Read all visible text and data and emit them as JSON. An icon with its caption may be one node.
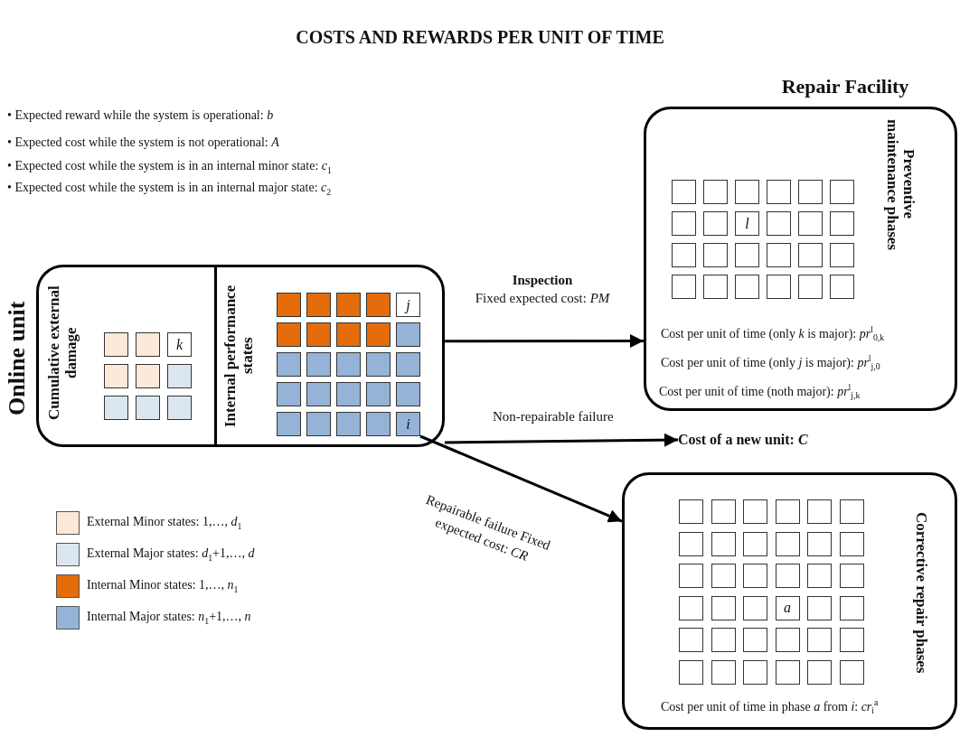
{
  "diagram": {
    "title": "COSTS AND REWARDS PER UNIT OF TIME",
    "nodes": [
      {
        "text": [
          "Online unit"
        ]
      },
      {
        "text": [
          "Cumulative external damage"
        ],
        "in": 0
      },
      {
        "text": [],
        "shape": "box",
        "in": 1
      },
      {
        "text": [],
        "shape": "box",
        "in": 1
      },
      {
        "text": [
          "k"
        ],
        "in": 1
      },
      {
        "text": [],
        "shape": "box",
        "in": 1
      },
      {
        "text": [],
        "shape": "box",
        "in": 1
      },
      {
        "text": [],
        "shape": "box",
        "in": 1
      },
      {
        "text": [],
        "shape": "box",
        "in": 1
      },
      {
        "text": [],
        "shape": "box",
        "in": 1
      },
      {
        "text": [],
        "shape": "box",
        "in": 1
      },
      {
        "text": [
          "Internal performance states"
        ],
        "in": 0
      },
      {
        "text": [],
        "shape": "box",
        "in": 11
      },
      {
        "text": [],
        "shape": "box",
        "in": 11
      },
      {
        "text": [],
        "shape": "box",
        "in": 11
      },
      {
        "text": [],
        "shape": "box",
        "in": 11
      },
      {
        "text": [
          "j"
        ],
        "in": 11
      },
      {
        "text": [],
        "shape": "box",
        "in": 11
      },
      {
        "text": [],
        "shape": "box",
        "in": 11
      },
      {
        "text": [],
        "shape": "box",
        "in": 11
      },
      {
        "text": [],
        "shape": "box",
        "in": 11
      },
      {
        "text": [],
        "shape": "box",
        "in": 11
      },
      {
        "text": [],
        "shape": "box",
        "in": 11
      },
      {
        "text": [],
        "shape": "box",
        "in": 11
      },
      {
        "text": [],
        "shape": "box",
        "in": 11
      },
      {
        "text": [],
        "shape": "box",
        "in": 11
      },
      {
        "text": [],
        "shape": "box",
        "in": 11
      },
      {
        "text": [],
        "shape": "box",
        "in": 11
      },
      {
        "text": [],
        "shape": "box",
        "in": 11
      },
      {
        "text": [],
        "shape": "box",
        "in": 11
      },
      {
        "text": [],
        "shape": "box",
        "in": 11
      },
      {
        "text": [],
        "shape": "box",
        "in": 11
      },
      {
        "text": [],
        "shape": "box",
        "in": 11
      },
      {
        "text": [],
        "shape": "box",
        "in": 11
      },
      {
        "text": [],
        "shape": "box",
        "in": 11
      },
      {
        "text": [],
        "shape": "box",
        "in": 11
      },
      {
        "text": [
          "i"
        ],
        "in": 11
      },
      {
        "text": [
          "Repair Facility",
          "Preventive maintenance phases",
          "Cost per unit of time (only *k* is major):  *pr*$^{l}$$_{0,k}$",
          "Cost per unit of time (only *j* is major):  *pr*$^{l}$$_{j,0}$",
          "Cost per unit of time (noth major):  *pr*$^{l}$$_{j,k}$"
        ]
      },
      {
        "text": [],
        "shape": "box",
        "in": 37
      },
      {
        "text": [],
        "shape": "box",
        "in": 37
      },
      {
        "text": [],
        "shape": "box",
        "in": 37
      },
      {
        "text": [],
        "shape": "box",
        "in": 37
      },
      {
        "text": [],
        "shape": "box",
        "in": 37
      },
      {
        "text": [],
        "shape": "box",
        "in": 37
      },
      {
        "text": [],
        "shape": "box",
        "in": 37
      },
      {
        "text": [],
        "shape": "box",
        "in": 37
      },
      {
        "text": [
          "l"
        ],
        "in": 37
      },
      {
        "text": [],
        "shape": "box",
        "in": 37
      },
      {
        "text": [],
        "shape": "box",
        "in": 37
      },
      {
        "text": [],
        "shape": "box",
        "in": 37
      },
      {
        "text": [],
        "shape": "box",
        "in": 37
      },
      {
        "text": [],
        "shape": "box",
        "in": 37
      },
      {
        "text": [],
        "shape": "box",
        "in": 37
      },
      {
        "text": [],
        "shape": "box",
        "in": 37
      },
      {
        "text": [],
        "shape": "box",
        "in": 37
      },
      {
        "text": [],
        "shape": "box",
        "in": 37
      },
      {
        "text": [],
        "shape": "box",
        "in": 37
      },
      {
        "text": [],
        "shape": "box",
        "in": 37
      },
      {
        "text": [],
        "shape": "box",
        "in": 37
      },
      {
        "text": [],
        "shape": "box",
        "in": 37
      },
      {
        "text": [],
        "shape": "box",
        "in": 37
      },
      {
        "text": [],
        "shape": "box",
        "in": 37
      },
      {
        "text": [
          "Cost of a new unit: *C*"
        ]
      },
      {
        "text": [
          "Corrective repair phases",
          "Cost per unit of time in phase *a* from *i*:  *cr*$_{i}$$^{a}$"
        ]
      },
      {
        "text": [],
        "shape": "box",
        "in": 63
      },
      {
        "text": [],
        "shape": "box",
        "in": 63
      },
      {
        "text": [],
        "shape": "box",
        "in": 63
      },
      {
        "text": [],
        "shape": "box",
        "in": 63
      },
      {
        "text": [],
        "shape": "box",
        "in": 63
      },
      {
        "text": [],
        "shape": "box",
        "in": 63
      },
      {
        "text": [],
        "shape": "box",
        "in": 63
      },
      {
        "text": [],
        "shape": "box",
        "in": 63
      },
      {
        "text": [],
        "shape": "box",
        "in": 63
      },
      {
        "text": [],
        "shape": "box",
        "in": 63
      },
      {
        "text": [],
        "shape": "box",
        "in": 63
      },
      {
        "text": [],
        "shape": "box",
        "in": 63
      },
      {
        "text": [],
        "shape": "box",
        "in": 63
      },
      {
        "text": [],
        "shape": "box",
        "in": 63
      },
      {
        "text": [],
        "shape": "box",
        "in": 63
      },
      {
        "text": [],
        "shape": "box",
        "in": 63
      },
      {
        "text": [],
        "shape": "box",
        "in": 63
      },
      {
        "text": [],
        "shape": "box",
        "in": 63
      },
      {
        "text": [],
        "shape": "box",
        "in": 63
      },
      {
        "text": [],
        "shape": "box",
        "in": 63
      },
      {
        "text": [],
        "shape": "box",
        "in": 63
      },
      {
        "text": [
          "a"
        ],
        "in": 63
      },
      {
        "text": [],
        "shape": "box",
        "in": 63
      },
      {
        "text": [],
        "shape": "box",
        "in": 63
      },
      {
        "text": [],
        "shape": "box",
        "in": 63
      },
      {
        "text": [],
        "shape": "box",
        "in": 63
      },
      {
        "text": [],
        "shape": "box",
        "in": 63
      },
      {
        "text": [],
        "shape": "box",
        "in": 63
      },
      {
        "text": [],
        "shape": "box",
        "in": 63
      },
      {
        "text": [],
        "shape": "box",
        "in": 63
      },
      {
        "text": [],
        "shape": "box",
        "in": 63
      },
      {
        "text": [],
        "shape": "box",
        "in": 63
      },
      {
        "text": [],
        "shape": "box",
        "in": 63
      },
      {
        "text": [],
        "shape": "box",
        "in": 63
      },
      {
        "text": [],
        "shape": "box",
        "in": 63
      },
      {
        "text": [],
        "shape": "box",
        "in": 63
      }
    ],
    "edges": [
      {
        "from": 0,
        "to": 37,
        "arrow": "to",
        "label": "**Inspection** Fixed expected cost: *PM*"
      },
      {
        "from": 0,
        "to": 62,
        "arrow": "to",
        "label": "Non-repairable failure"
      },
      {
        "from": 36,
        "to": 63,
        "arrow": "to",
        "label": "Repairable failure Fixed expected cost: *CR*"
      }
    ],
    "labels": [
      "•  Expected reward while the system is operational: *b*",
      "•  Expected cost while the system is not operational: *A*",
      "•  Expected cost while the system is in an internal minor state: *c*$_{1}$",
      "•  Expected cost while the system is in an internal major state: *c*$_{2}$"
    ],
    "legend": [
      {
        "text": "External Minor states: 1,…, *d*$_{1}$",
        "color": "#fde9d9"
      },
      {
        "text": "External Major states: *d*$_{1}$+1,…, *d*",
        "color": "#dce6f1"
      },
      {
        "text": "Internal Minor states: 1,…, *n*$_{1}$",
        "color": "#e46c0a"
      },
      {
        "text": "Internal Major states: *n*$_{1}$+1,…, *n*",
        "color": "#95b3d7"
      }
    ]
  }
}
